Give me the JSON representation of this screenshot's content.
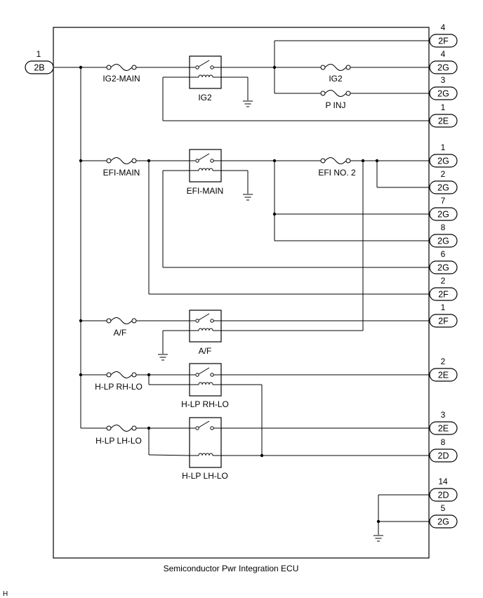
{
  "title": "Semiconductor Pwr Integration ECU",
  "corner_mark": "H",
  "input_connector": {
    "pin": "1",
    "name": "2B"
  },
  "fuses": {
    "ig2_main": "IG2-MAIN",
    "ig2": "IG2",
    "p_inj": "P INJ",
    "efi_main": "EFI-MAIN",
    "efi_no2": "EFI NO. 2",
    "af": "A/F",
    "hlp_rh_lo": "H-LP RH-LO",
    "hlp_lh_lo": "H-LP LH-LO"
  },
  "relays": {
    "ig2": "IG2",
    "efi_main": "EFI-MAIN",
    "af": "A/F",
    "hlp_rh_lo": "H-LP RH-LO",
    "hlp_lh_lo": "H-LP LH-LO"
  },
  "output_connectors": [
    {
      "pin": "4",
      "name": "2F"
    },
    {
      "pin": "4",
      "name": "2G"
    },
    {
      "pin": "3",
      "name": "2G"
    },
    {
      "pin": "1",
      "name": "2E"
    },
    {
      "pin": "1",
      "name": "2G"
    },
    {
      "pin": "2",
      "name": "2G"
    },
    {
      "pin": "7",
      "name": "2G"
    },
    {
      "pin": "8",
      "name": "2G"
    },
    {
      "pin": "6",
      "name": "2G"
    },
    {
      "pin": "2",
      "name": "2F"
    },
    {
      "pin": "1",
      "name": "2F"
    },
    {
      "pin": "2",
      "name": "2E"
    },
    {
      "pin": "3",
      "name": "2E"
    },
    {
      "pin": "8",
      "name": "2D"
    },
    {
      "pin": "14",
      "name": "2D"
    },
    {
      "pin": "5",
      "name": "2G"
    }
  ]
}
